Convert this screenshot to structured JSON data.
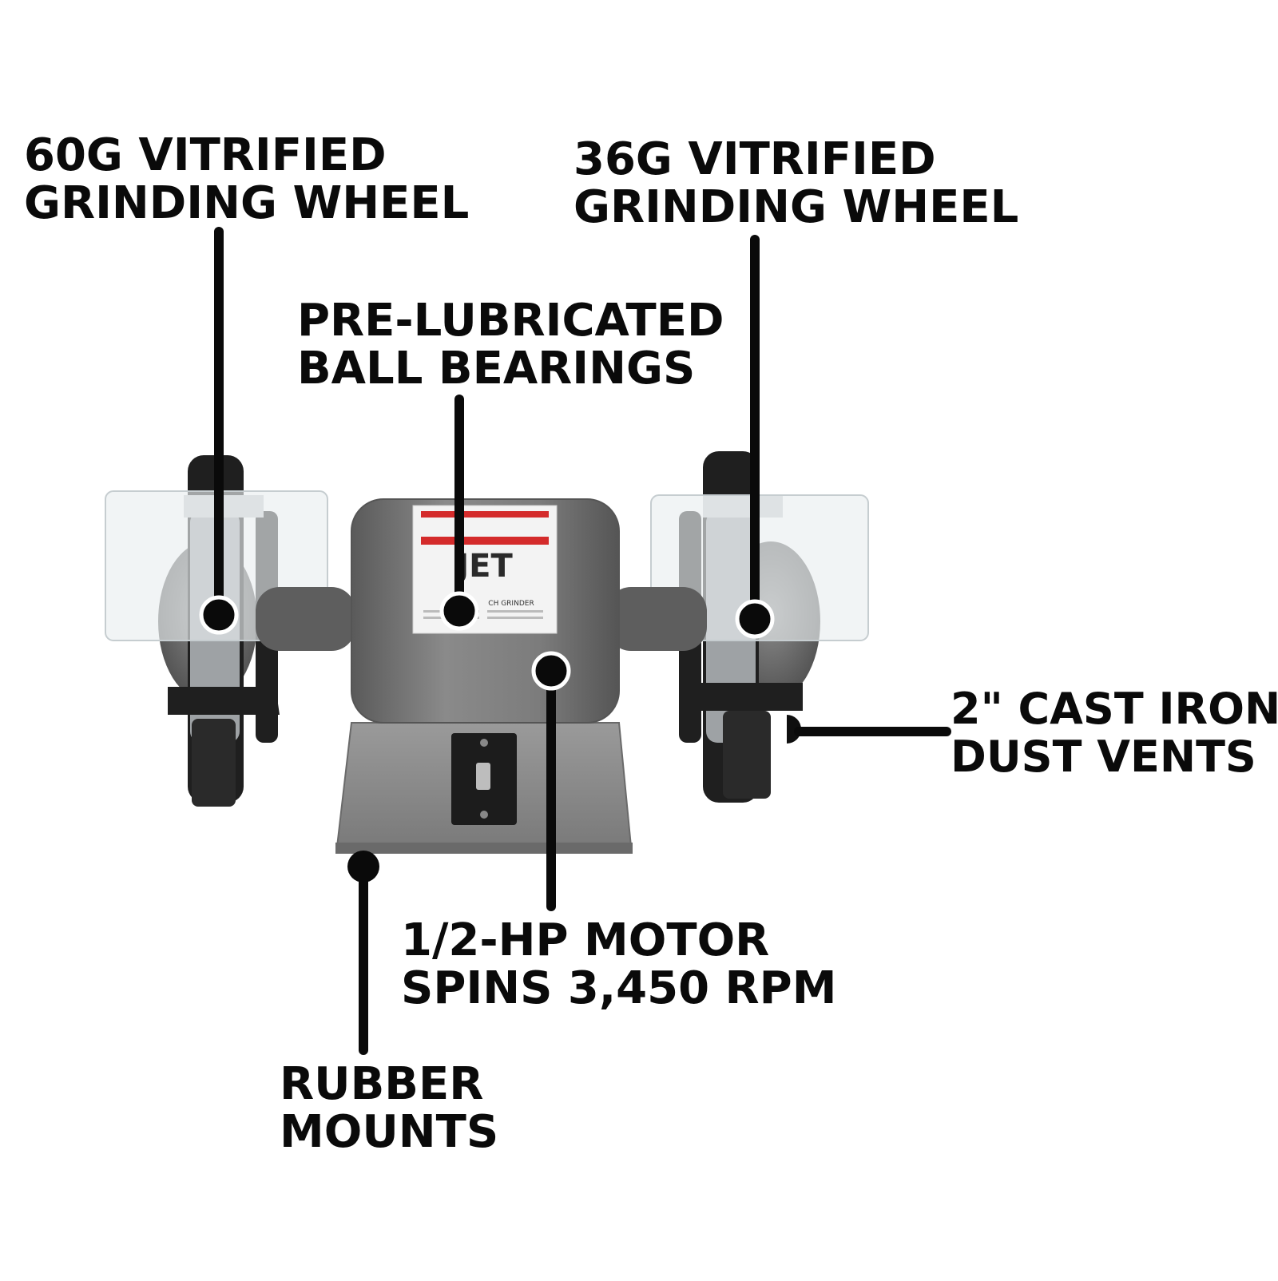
{
  "colors": {
    "ink": "#0a0a0a",
    "castGray": "#7a7a7a",
    "castDark": "#4c4c4c",
    "wheelGray": "#9ea2a5",
    "black": "#1a1a1a",
    "brandRed": "#d42b2b",
    "shield": "#e9eef0"
  },
  "product": {
    "brand": "JET",
    "label_title": "CH GRINDER"
  },
  "callouts": [
    {
      "id": "wheel-60g",
      "lines": [
        "60G VITRIFIED",
        "GRINDING WHEEL"
      ]
    },
    {
      "id": "wheel-36g",
      "lines": [
        "36G VITRIFIED",
        "GRINDING WHEEL"
      ]
    },
    {
      "id": "bearings",
      "lines": [
        "PRE-LUBRICATED",
        "BALL BEARINGS"
      ]
    },
    {
      "id": "dust-vents",
      "lines": [
        "2\" CAST IRON",
        "DUST VENTS"
      ]
    },
    {
      "id": "motor",
      "lines": [
        "1/2-HP MOTOR",
        "SPINS 3,450 RPM"
      ]
    },
    {
      "id": "rubber-mounts",
      "lines": [
        "RUBBER",
        "MOUNTS"
      ]
    }
  ]
}
